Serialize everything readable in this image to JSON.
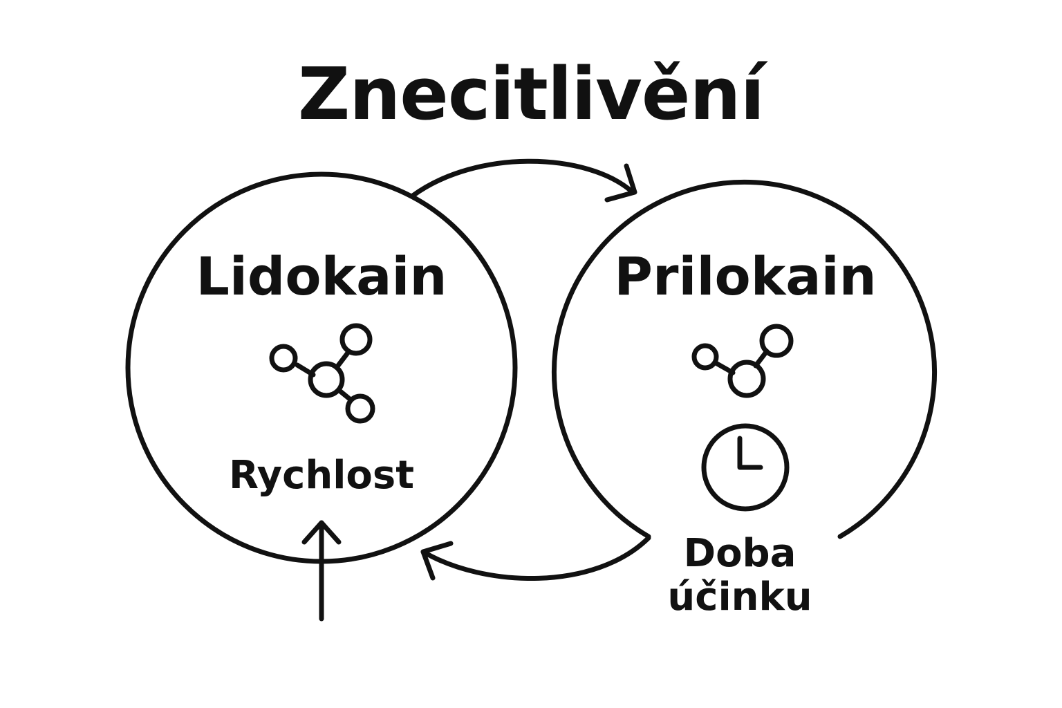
{
  "title": "Znecitlivění",
  "left_node": {
    "name": "Lidokain",
    "caption": "Rychlost",
    "icons": [
      "molecule-icon",
      "arrow-up-icon"
    ]
  },
  "right_node": {
    "name": "Prilokain",
    "caption_line1": "Doba",
    "caption_line2": "účinku",
    "icons": [
      "molecule-icon",
      "clock-icon"
    ]
  },
  "colors": {
    "stroke": "#111111",
    "background": "#ffffff"
  }
}
